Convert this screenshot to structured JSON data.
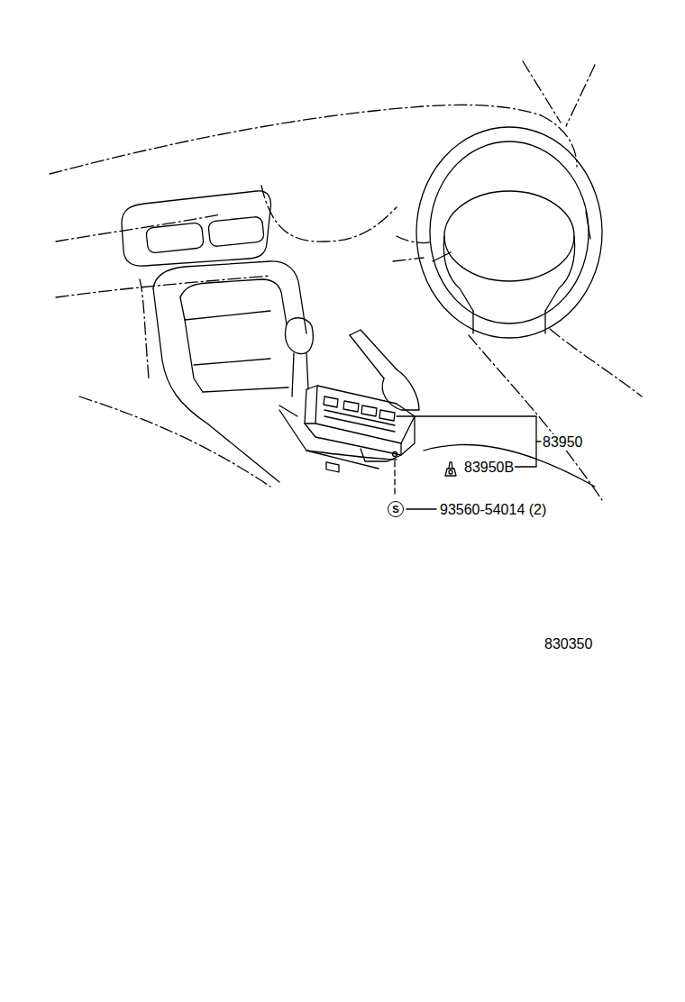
{
  "diagram": {
    "nodes": [
      {
        "text": [
          "S"
        ]
      }
    ],
    "labels": [
      "83950",
      "83950B",
      "93560-54014 (2)",
      "830350"
    ]
  }
}
